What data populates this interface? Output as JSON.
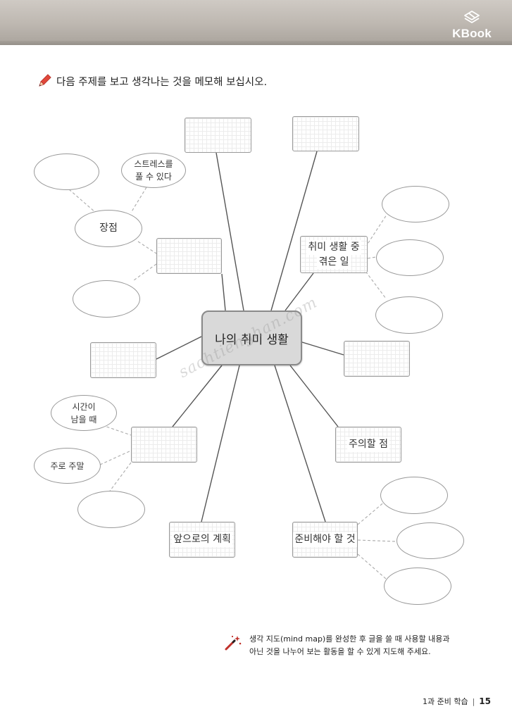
{
  "header": {
    "brand": "KBook"
  },
  "instruction": {
    "text": "다음 주제를 보고 생각나는 것을 메모해 보십시오."
  },
  "mindmap": {
    "center": "나의 취미 생활",
    "boxes": {
      "top_left": "",
      "top_right": "",
      "merits_hub": "",
      "experience_line1": "취미 생활 중",
      "experience_line2": "겪은 일",
      "left": "",
      "right": "",
      "time_hub": "",
      "caution": "주의할 점",
      "future_plan": "앞으로의 계획",
      "preparation": "준비해야 할 것"
    },
    "ovals": {
      "merits": "장점",
      "stress_line1": "스트레스를",
      "stress_line2": "풀 수 있다",
      "when_line1": "시간이",
      "when_line2": "남을 때",
      "weekend": "주로 주말"
    }
  },
  "watermark": "sachtienghan.com",
  "note": {
    "line1": "생각 지도(mind map)를 완성한 후 글을 쓸 때 사용할 내용과",
    "line2": "아닌 것을 나누어 보는 활동을 할 수 있게 지도해 주세요."
  },
  "footer": {
    "chapter": "1과 준비 학습",
    "page": "15"
  }
}
